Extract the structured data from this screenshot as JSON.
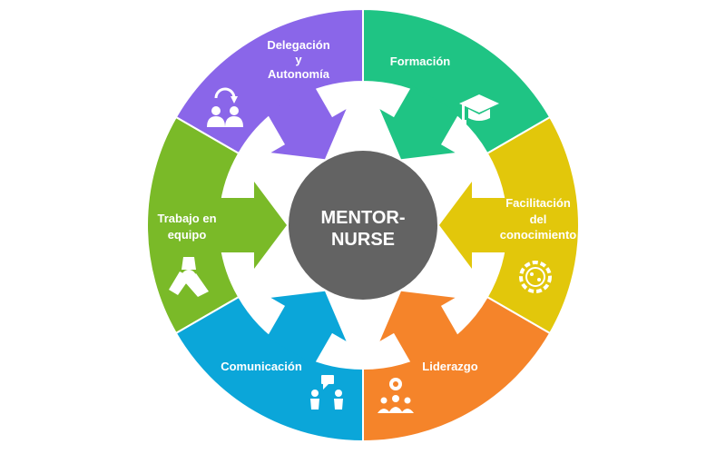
{
  "center": {
    "line1": "MENTOR-",
    "line2": "NURSE",
    "color": "#636363"
  },
  "segments": [
    {
      "id": "formacion",
      "lines": [
        "Formación"
      ],
      "color": "#1fc484",
      "icon": "graduation-cap-icon"
    },
    {
      "id": "delegacion",
      "lines": [
        "Delegación",
        "y",
        "Autonomía"
      ],
      "color": "#8a66e9",
      "icon": "people-swap-icon"
    },
    {
      "id": "trabajo",
      "lines": [
        "Trabajo en",
        "equipo"
      ],
      "color": "#7aba28",
      "icon": "hands-together-icon"
    },
    {
      "id": "comunicacion",
      "lines": [
        "Comunicación"
      ],
      "color": "#0ba6d9",
      "icon": "people-talking-icon"
    },
    {
      "id": "liderazgo",
      "lines": [
        "Liderazgo"
      ],
      "color": "#f5842a",
      "icon": "leader-group-icon"
    },
    {
      "id": "facilitacion",
      "lines": [
        "Facilitación",
        "del",
        "conocimiento"
      ],
      "color": "#e2c70b",
      "icon": "knowledge-flower-icon"
    }
  ]
}
